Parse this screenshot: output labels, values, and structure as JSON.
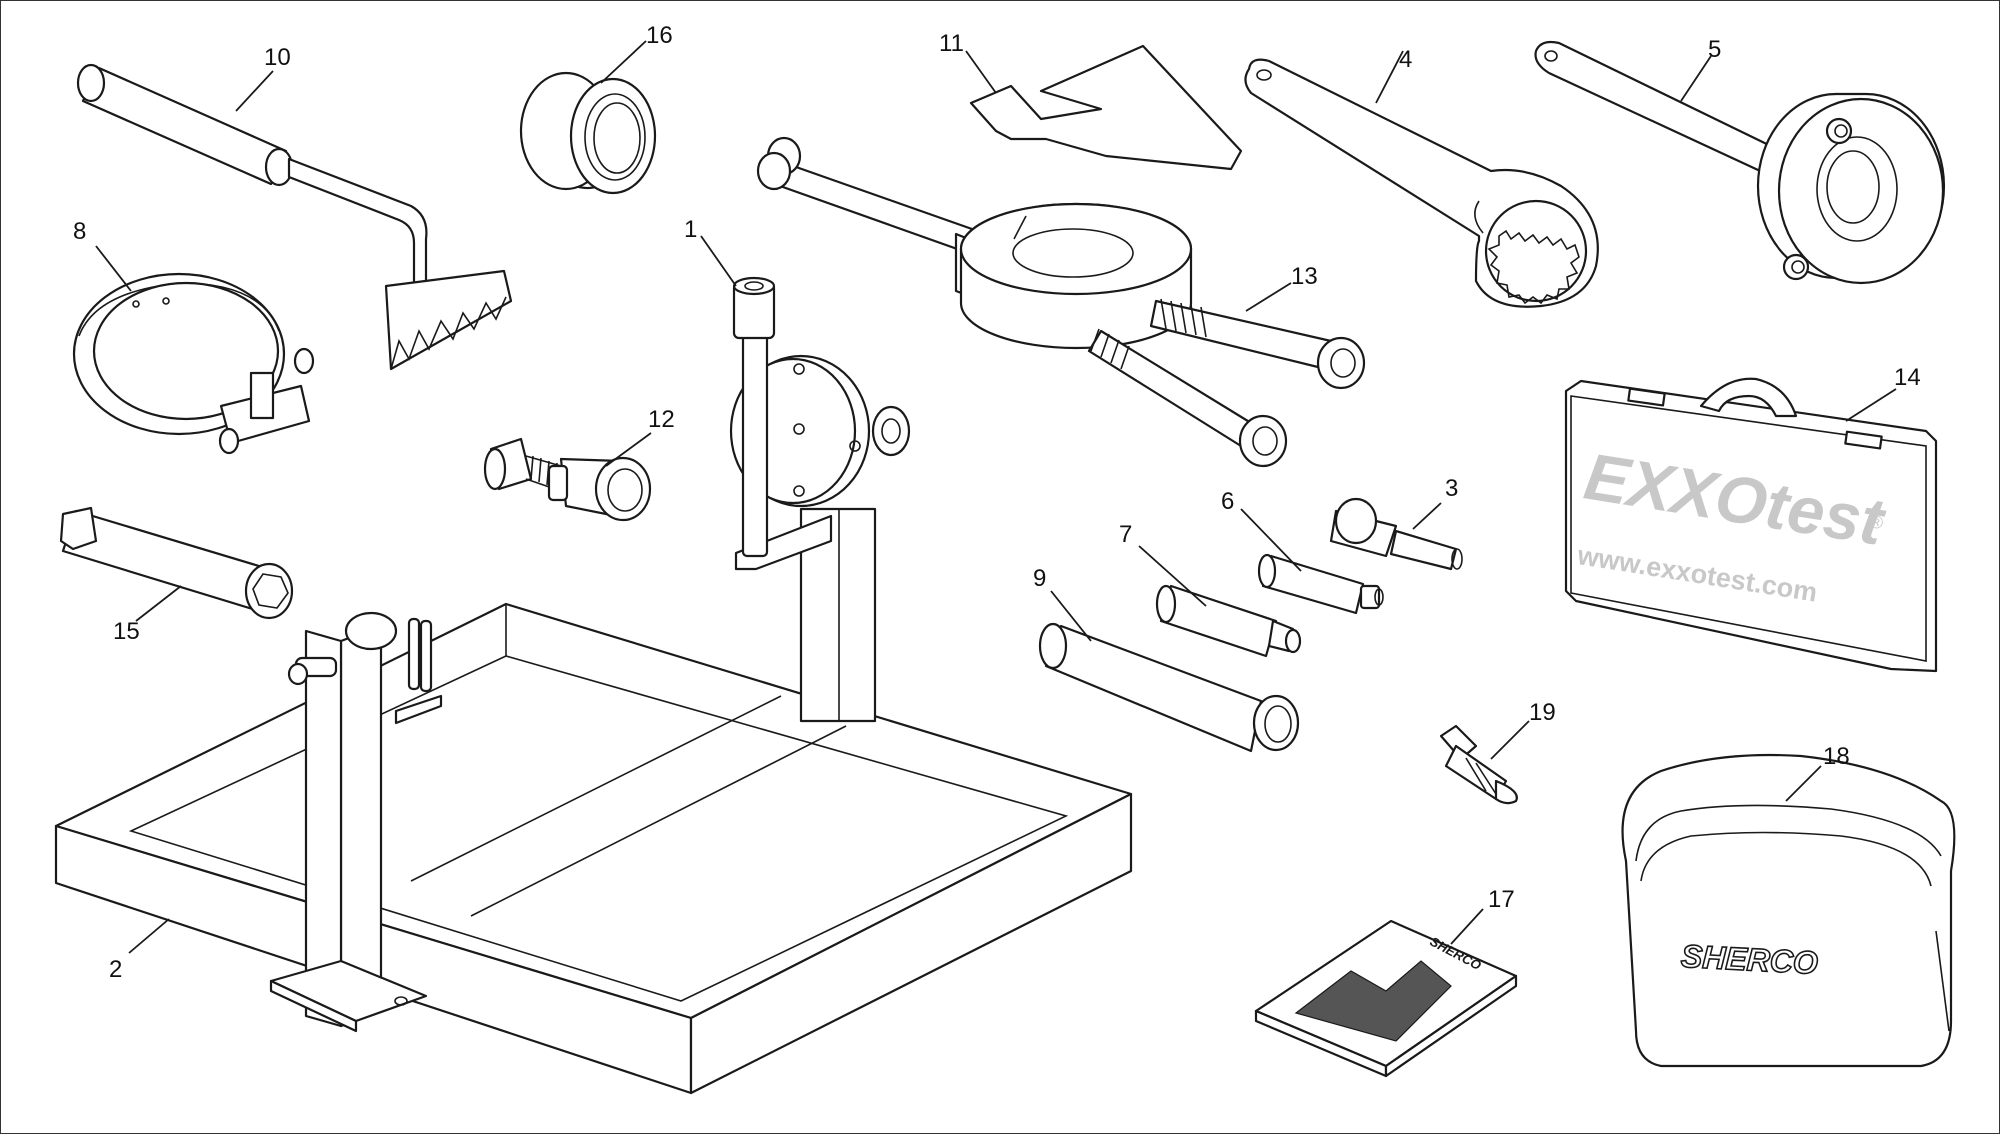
{
  "callouts": {
    "c1": "1",
    "c2": "2",
    "c3": "3",
    "c4": "4",
    "c5": "5",
    "c6": "6",
    "c7": "7",
    "c8": "8",
    "c9": "9",
    "c10": "10",
    "c11": "11",
    "c12": "12",
    "c13": "13",
    "c14": "14",
    "c15": "15",
    "c16": "16",
    "c17": "17",
    "c18": "18",
    "c19": "19"
  },
  "case_branding": {
    "logo": "EXXOtest",
    "registered": "®",
    "url": "www.exxotest.com"
  },
  "bag_branding": {
    "logo": "SHERCO"
  },
  "manual_cover": {
    "title": "SHERCO"
  },
  "colors": {
    "line": "#1a1a1a",
    "background": "#ffffff",
    "logo_gray": "#c8c8c8"
  }
}
